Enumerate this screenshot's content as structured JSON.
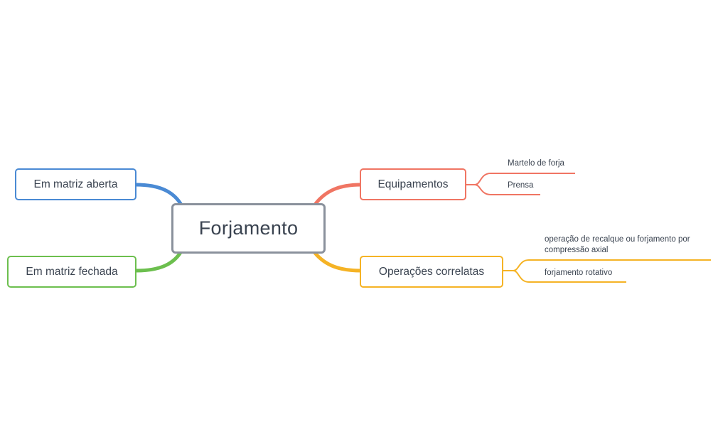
{
  "mindmap": {
    "central": {
      "label": "Forjamento"
    },
    "left_branches": [
      {
        "label": "Em matriz aberta",
        "color": "#4a8ad4"
      },
      {
        "label": "Em matriz fechada",
        "color": "#6cbf4e"
      }
    ],
    "right_branches": [
      {
        "label": "Equipamentos",
        "color": "#f07563",
        "children": [
          {
            "label": "Martelo de forja"
          },
          {
            "label": "Prensa"
          }
        ]
      },
      {
        "label": "Operações correlatas",
        "color": "#f5b325",
        "children": [
          {
            "label_line1": "operação de recalque ou forjamento por",
            "label_line2": "compressão axial"
          },
          {
            "label": "forjamento rotativo"
          }
        ]
      }
    ]
  }
}
